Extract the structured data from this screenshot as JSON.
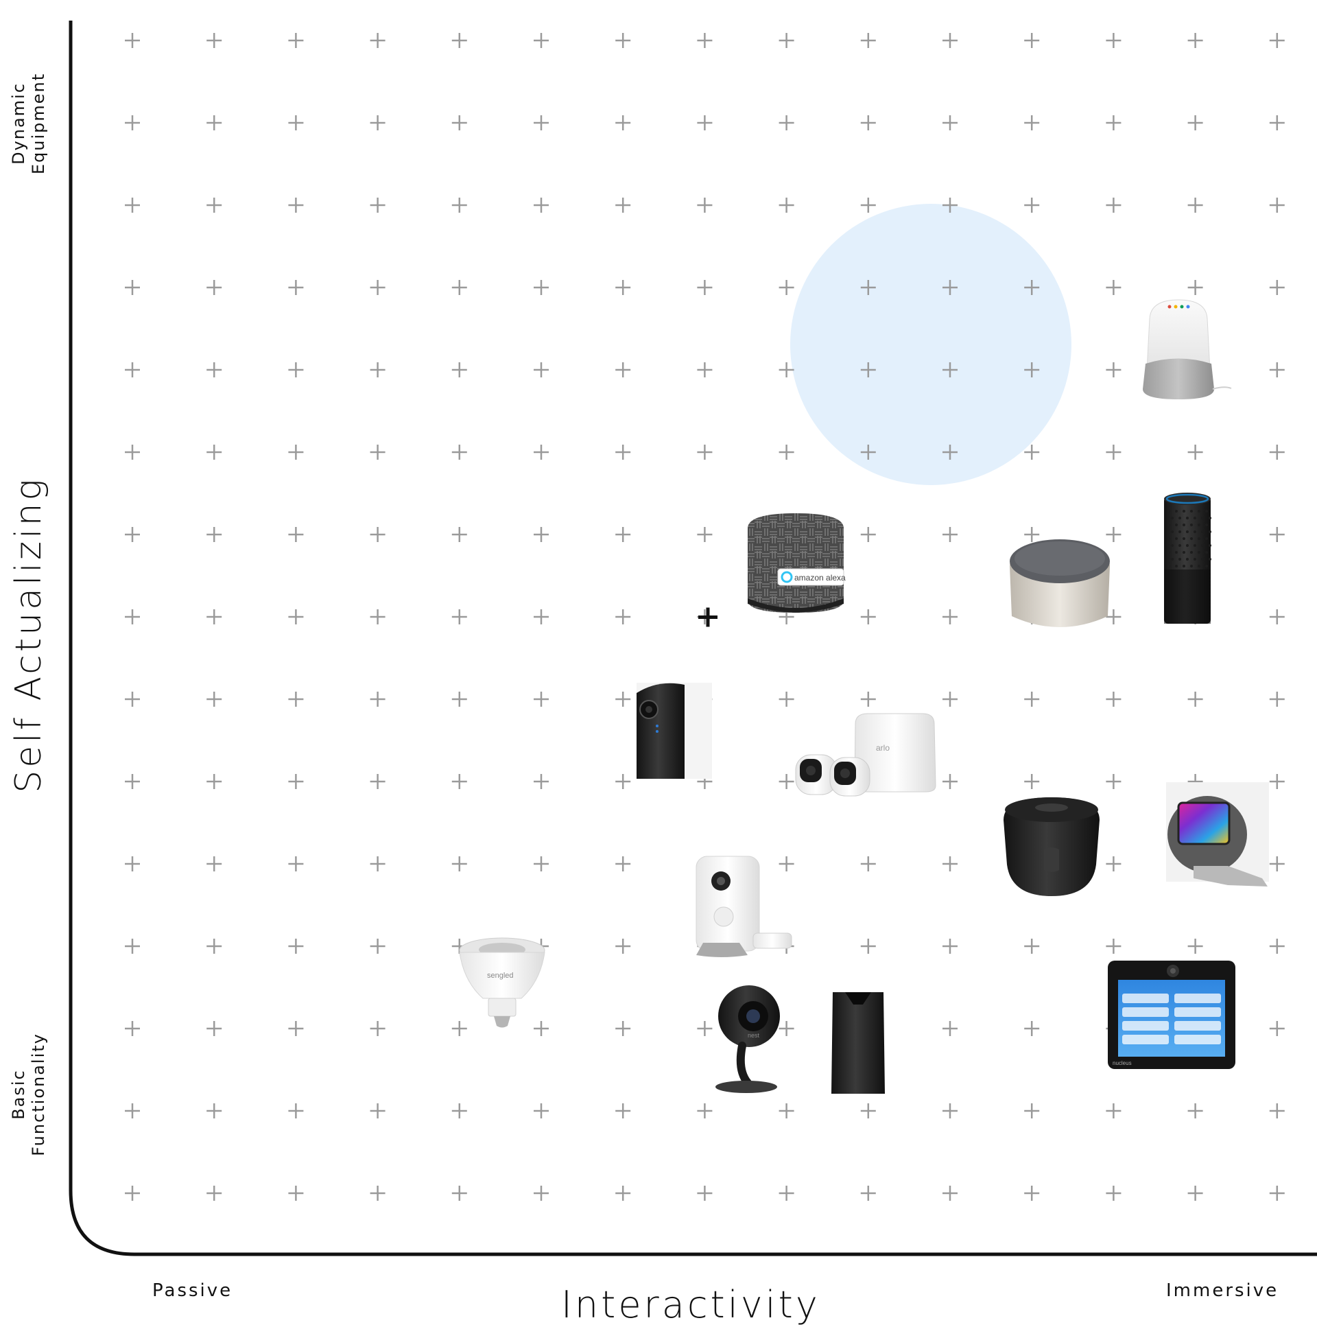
{
  "diagram": {
    "y_axis": {
      "title": "Self Actualizing",
      "top_label_lines": [
        "Dynamic",
        "Equipment"
      ],
      "bottom_label_lines": [
        "Basic",
        "Functionality"
      ]
    },
    "x_axis": {
      "title": "Interactivity",
      "left_label": "Passive",
      "right_label": "Immersive"
    },
    "colors": {
      "axis": "#111111",
      "grid_mark": "#9a9a9a",
      "highlight": "#e3f0fc",
      "accent_plus": "#111111"
    },
    "highlight_area": {
      "note_text": ""
    },
    "devices": [
      {
        "name": "google-home",
        "icon": "smart-speaker-icon",
        "shape": "home"
      },
      {
        "name": "amazon-echo",
        "icon": "cylinder-speaker-icon",
        "shape": "echo"
      },
      {
        "name": "puck-speaker",
        "icon": "puck-speaker-icon",
        "shape": "puck"
      },
      {
        "name": "alexa-fabric-speaker",
        "icon": "fabric-speaker-icon",
        "shape": "fabric",
        "badge": "amazon alexa"
      },
      {
        "name": "security-camera-tower",
        "icon": "camera-tower-icon",
        "shape": "tower"
      },
      {
        "name": "arlo-camera-kit",
        "icon": "camera-kit-icon",
        "shape": "arlo",
        "badge": "arlo"
      },
      {
        "name": "round-speaker",
        "icon": "round-speaker-icon",
        "shape": "roundspk"
      },
      {
        "name": "tablet-display-speaker",
        "icon": "display-speaker-icon",
        "shape": "display"
      },
      {
        "name": "piper-camera",
        "icon": "piper-camera-icon",
        "shape": "piper"
      },
      {
        "name": "smart-bulb",
        "icon": "light-bulb-icon",
        "shape": "bulb",
        "badge": "sengled"
      },
      {
        "name": "nest-camera",
        "icon": "nest-camera-icon",
        "shape": "nest",
        "badge": "nest"
      },
      {
        "name": "canary-camera",
        "icon": "canary-camera-icon",
        "shape": "canary"
      },
      {
        "name": "nucleus-intercom",
        "icon": "intercom-tablet-icon",
        "shape": "nucleus",
        "badge": "nucleus"
      }
    ]
  }
}
